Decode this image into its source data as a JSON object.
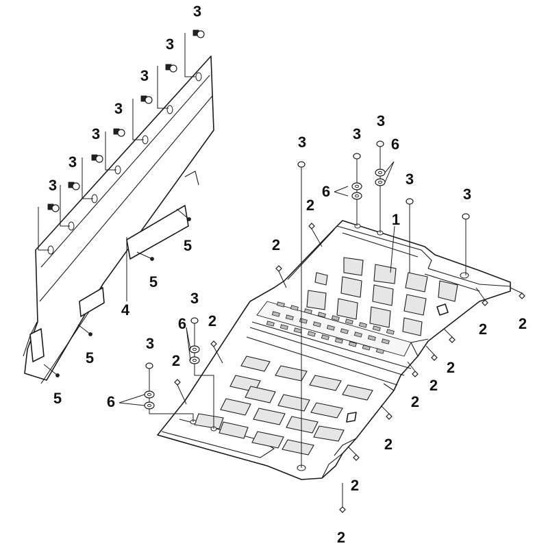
{
  "diagram": {
    "callouts": {
      "floor_panel": "1",
      "clip": "2",
      "bolt": "3",
      "side_guard": "4",
      "screw": "5",
      "washer": "6"
    }
  }
}
